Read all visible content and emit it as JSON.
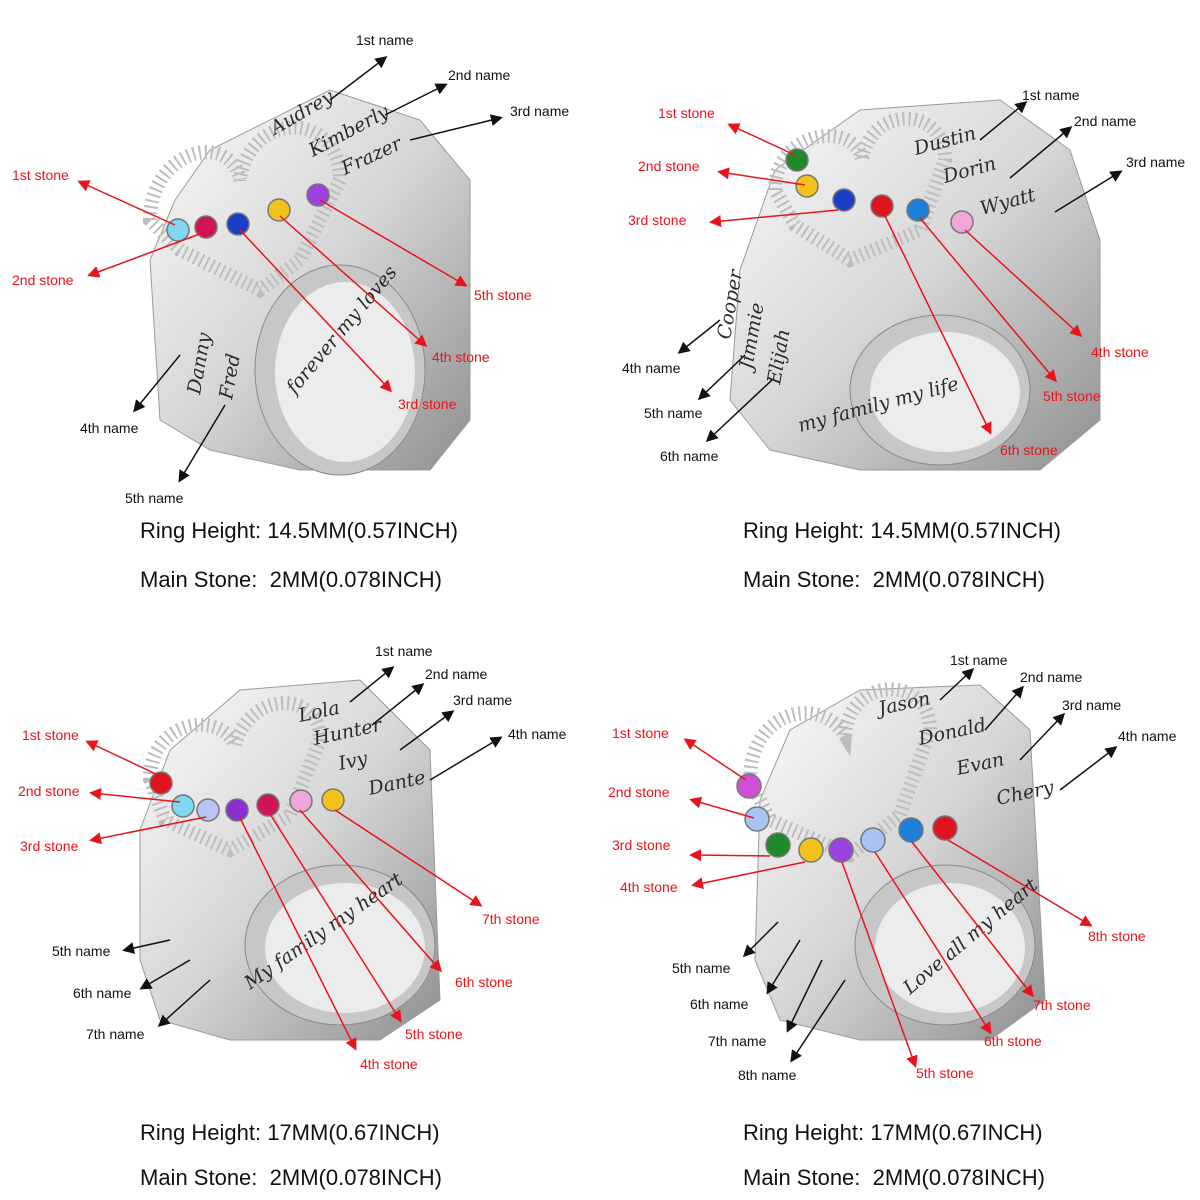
{
  "image": "Personalized family birthstone heart rings with name and stone position diagrams",
  "colors": {
    "callout_red": "#e8141b",
    "callout_black": "#111111",
    "metal_light": "#f2f2f2",
    "metal_mid": "#c9c9c9",
    "metal_dark": "#8f8f8f"
  },
  "panels": [
    {
      "id": "top-left",
      "name_labels": [
        "1st name",
        "2nd name",
        "3rd name",
        "4th name",
        "5th name"
      ],
      "stone_labels": [
        "1st stone",
        "2nd stone",
        "3rd stone",
        "4th stone",
        "5th stone"
      ],
      "engraved_names": [
        "Audrey",
        "Kimberly",
        "Frazer",
        "Danny",
        "Fred"
      ],
      "inner_engraving": "forever my loves",
      "stone_colors": [
        "#7fd8f0",
        "#d0145a",
        "#1a3fc4",
        "#f2c21b",
        "#9b43e0"
      ],
      "ring_height_label": "Ring Height:",
      "ring_height_value": "14.5MM(0.57INCH)",
      "main_stone_label": "Main Stone:",
      "main_stone_value": "2MM(0.078INCH)"
    },
    {
      "id": "top-right",
      "name_labels": [
        "1st name",
        "2nd name",
        "3rd name",
        "4th name",
        "5th name",
        "6th name"
      ],
      "stone_labels": [
        "1st stone",
        "2nd stone",
        "3rd stone",
        "4th stone",
        "5th stone",
        "6th stone"
      ],
      "engraved_names": [
        "Dustin",
        "Dorin",
        "Wyatt",
        "Cooper",
        "Jimmie",
        "Elijah"
      ],
      "inner_engraving": "my family my life",
      "stone_colors": [
        "#1f8a2a",
        "#f2c21b",
        "#1a3fc4",
        "#e0141c",
        "#1d7fd8",
        "#f0a6d8"
      ],
      "ring_height_label": "Ring Height:",
      "ring_height_value": "14.5MM(0.57INCH)",
      "main_stone_label": "Main Stone:",
      "main_stone_value": "2MM(0.078INCH)"
    },
    {
      "id": "bottom-left",
      "name_labels": [
        "1st name",
        "2nd name",
        "3rd name",
        "4th name",
        "5th name",
        "6th name",
        "7th name"
      ],
      "stone_labels": [
        "1st stone",
        "2nd stone",
        "3rd stone",
        "4th stone",
        "5th stone",
        "6th stone",
        "7th stone"
      ],
      "engraved_names": [
        "Lola",
        "Hunter",
        "Ivy",
        "Dante",
        "",
        "",
        ""
      ],
      "inner_engraving": "My family my heart",
      "stone_colors": [
        "#e0141c",
        "#7fd8f0",
        "#b7c4f5",
        "#8c2fd0",
        "#d0145a",
        "#f0a6d8",
        "#f2c21b"
      ],
      "ring_height_label": "Ring Height:",
      "ring_height_value": "17MM(0.67INCH)",
      "main_stone_label": "Main Stone:",
      "main_stone_value": "2MM(0.078INCH)"
    },
    {
      "id": "bottom-right",
      "name_labels": [
        "1st name",
        "2nd name",
        "3rd name",
        "4th name",
        "5th name",
        "6th name",
        "7th name",
        "8th name"
      ],
      "stone_labels": [
        "1st stone",
        "2nd stone",
        "3rd stone",
        "4th stone",
        "5th stone",
        "6th stone",
        "7th stone",
        "8th stone"
      ],
      "engraved_names": [
        "Jason",
        "Donald",
        "Evan",
        "Chery",
        "",
        "",
        "",
        ""
      ],
      "inner_engraving": "Love all my heart",
      "stone_colors": [
        "#d04fd6",
        "#a8c4f5",
        "#1f8a2a",
        "#f2c21b",
        "#9b43e0",
        "#a8c4f5",
        "#1d7fd8",
        "#e0141c"
      ],
      "ring_height_label": "Ring Height:",
      "ring_height_value": "17MM(0.67INCH)",
      "main_stone_label": "Main Stone:",
      "main_stone_value": "2MM(0.078INCH)"
    }
  ]
}
